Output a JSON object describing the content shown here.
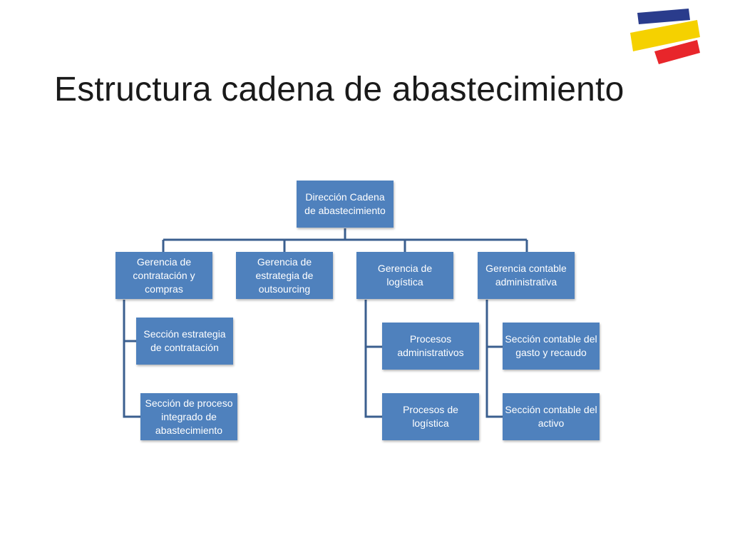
{
  "slide": {
    "title": "Estructura cadena de abastecimiento"
  },
  "colors": {
    "node_fill": "#4f81bd",
    "connector": "#3b5f8f",
    "logo_blue": "#2a3c8c",
    "logo_yellow": "#f5d100",
    "logo_red": "#e8262b"
  },
  "logo": {
    "icon": "flag-stripes-logo"
  },
  "org_chart": {
    "root": {
      "label": "Dirección Cadena de abastecimiento"
    },
    "departments": [
      {
        "label": "Gerencia de contratación y compras",
        "children": [
          "Sección estrategia de contratación",
          "Sección de proceso integrado de abastecimiento"
        ]
      },
      {
        "label": "Gerencia de estrategia de outsourcing",
        "children": []
      },
      {
        "label": "Gerencia de logística",
        "children": [
          "Procesos administrativos",
          "Procesos de logística"
        ]
      },
      {
        "label": "Gerencia contable administrativa",
        "children": [
          "Sección contable del gasto y recaudo",
          "Sección contable del activo"
        ]
      }
    ]
  }
}
